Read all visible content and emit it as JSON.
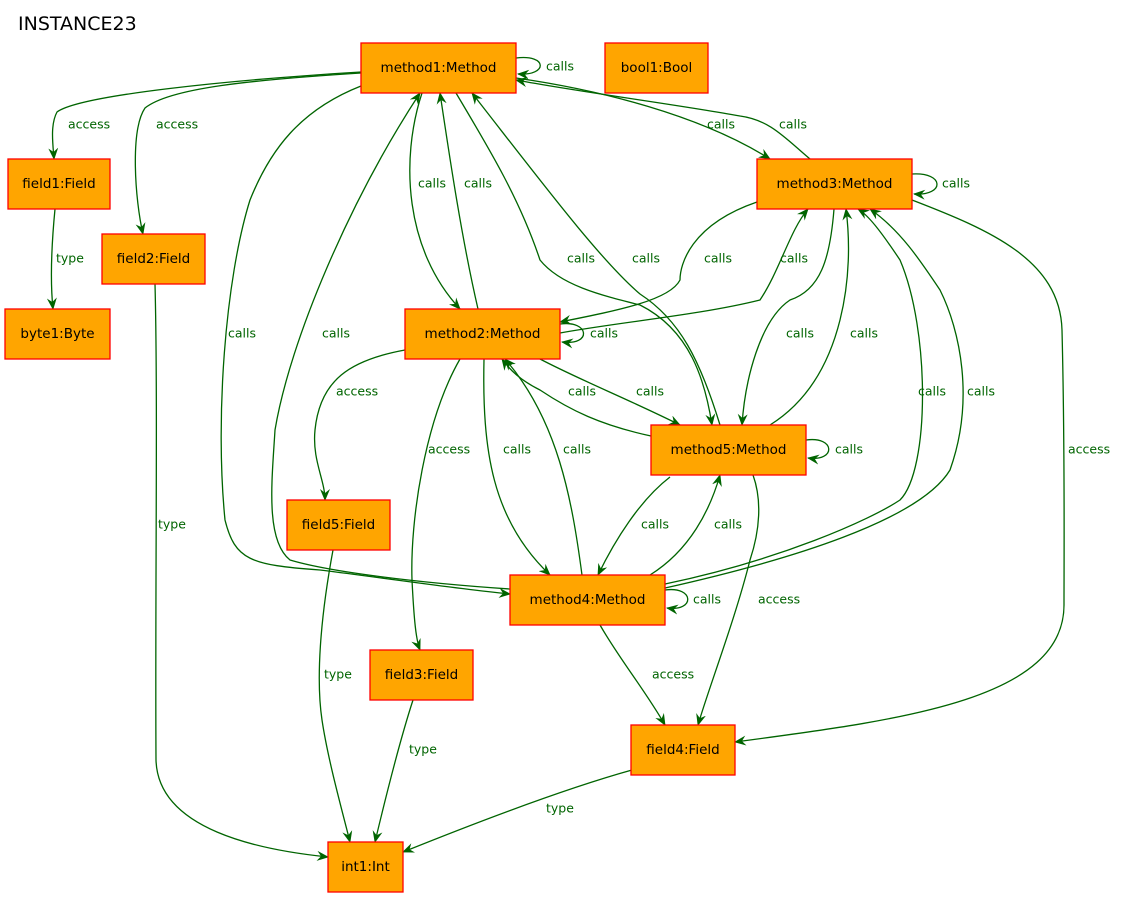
{
  "diagram": {
    "title": "INSTANCE23",
    "colors": {
      "node_fill": "#FFA500",
      "node_stroke": "#FF0000",
      "edge": "#006400",
      "edge_label": "#006400"
    },
    "nodes": [
      {
        "id": "method1",
        "label": "method1:Method"
      },
      {
        "id": "bool1",
        "label": "bool1:Bool"
      },
      {
        "id": "method3",
        "label": "method3:Method"
      },
      {
        "id": "field1",
        "label": "field1:Field"
      },
      {
        "id": "field2",
        "label": "field2:Field"
      },
      {
        "id": "byte1",
        "label": "byte1:Byte"
      },
      {
        "id": "method2",
        "label": "method2:Method"
      },
      {
        "id": "method5",
        "label": "method5:Method"
      },
      {
        "id": "field5",
        "label": "field5:Field"
      },
      {
        "id": "method4",
        "label": "method4:Method"
      },
      {
        "id": "field3",
        "label": "field3:Field"
      },
      {
        "id": "field4",
        "label": "field4:Field"
      },
      {
        "id": "int1",
        "label": "int1:Int"
      }
    ],
    "edges": [
      {
        "id": "e1",
        "from": "method1",
        "to": "method1",
        "label": "calls"
      },
      {
        "id": "e2",
        "from": "method1",
        "to": "field1",
        "label": "access"
      },
      {
        "id": "e3",
        "from": "method1",
        "to": "field2",
        "label": "access"
      },
      {
        "id": "e4",
        "from": "field1",
        "to": "byte1",
        "label": "type"
      },
      {
        "id": "e5",
        "from": "field2",
        "to": "int1",
        "label": "type"
      },
      {
        "id": "e6",
        "from": "method1",
        "to": "method4",
        "label": "calls"
      },
      {
        "id": "e7",
        "from": "method4",
        "to": "method1",
        "label": "calls"
      },
      {
        "id": "e8",
        "from": "method1",
        "to": "method2",
        "label": "calls"
      },
      {
        "id": "e9",
        "from": "method2",
        "to": "method1",
        "label": "calls"
      },
      {
        "id": "e10",
        "from": "method1",
        "to": "method5",
        "label": "calls"
      },
      {
        "id": "e11",
        "from": "method5",
        "to": "method1",
        "label": "calls"
      },
      {
        "id": "e12",
        "from": "method1",
        "to": "method3",
        "label": "calls"
      },
      {
        "id": "e13",
        "from": "method3",
        "to": "method1",
        "label": "calls"
      },
      {
        "id": "e14",
        "from": "method3",
        "to": "method3",
        "label": "calls"
      },
      {
        "id": "e15",
        "from": "method3",
        "to": "method2",
        "label": "calls"
      },
      {
        "id": "e16",
        "from": "method2",
        "to": "method3",
        "label": "calls"
      },
      {
        "id": "e17",
        "from": "method3",
        "to": "method5",
        "label": "calls"
      },
      {
        "id": "e18",
        "from": "method5",
        "to": "method3",
        "label": "calls"
      },
      {
        "id": "e19",
        "from": "method4",
        "to": "method3",
        "label": "calls"
      },
      {
        "id": "e20",
        "from": "method4",
        "to": "method3",
        "label": "calls"
      },
      {
        "id": "e21",
        "from": "method3",
        "to": "field4",
        "label": "access"
      },
      {
        "id": "e22",
        "from": "method2",
        "to": "method2",
        "label": "calls"
      },
      {
        "id": "e23",
        "from": "method2",
        "to": "field5",
        "label": "access"
      },
      {
        "id": "e24",
        "from": "method2",
        "to": "field3",
        "label": "access"
      },
      {
        "id": "e25",
        "from": "method5",
        "to": "method2",
        "label": "calls"
      },
      {
        "id": "e26",
        "from": "method2",
        "to": "method5",
        "label": "calls"
      },
      {
        "id": "e27",
        "from": "method2",
        "to": "method4",
        "label": "calls"
      },
      {
        "id": "e28",
        "from": "method4",
        "to": "method2",
        "label": "calls"
      },
      {
        "id": "e29",
        "from": "method5",
        "to": "method5",
        "label": "calls"
      },
      {
        "id": "e30",
        "from": "method5",
        "to": "method4",
        "label": "calls"
      },
      {
        "id": "e31",
        "from": "method4",
        "to": "method5",
        "label": "calls"
      },
      {
        "id": "e32",
        "from": "method5",
        "to": "field4",
        "label": "access"
      },
      {
        "id": "e33",
        "from": "method4",
        "to": "method4",
        "label": "calls"
      },
      {
        "id": "e34",
        "from": "method4",
        "to": "field4",
        "label": "access"
      },
      {
        "id": "e35",
        "from": "field5",
        "to": "int1",
        "label": "type"
      },
      {
        "id": "e36",
        "from": "field3",
        "to": "int1",
        "label": "type"
      },
      {
        "id": "e37",
        "from": "field4",
        "to": "int1",
        "label": "type"
      }
    ]
  }
}
